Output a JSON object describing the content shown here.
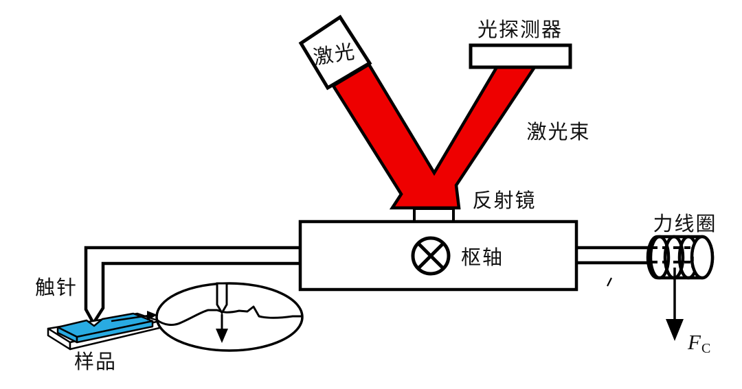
{
  "diagram": {
    "type": "stylus-profilometer-schematic",
    "labels": {
      "laser": "激光",
      "photodetector": "光探测器",
      "laser_beam": "激光束",
      "mirror": "反射镜",
      "pivot": "枢轴",
      "force_coil": "力线圈",
      "stylus": "触针",
      "sample": "样品",
      "force_symbol": "F",
      "force_subscript": "C"
    },
    "colors": {
      "beam_red": "#ee0000",
      "sample_cyan": "#29abe2",
      "outline_black": "#000000",
      "background": "#ffffff"
    }
  }
}
